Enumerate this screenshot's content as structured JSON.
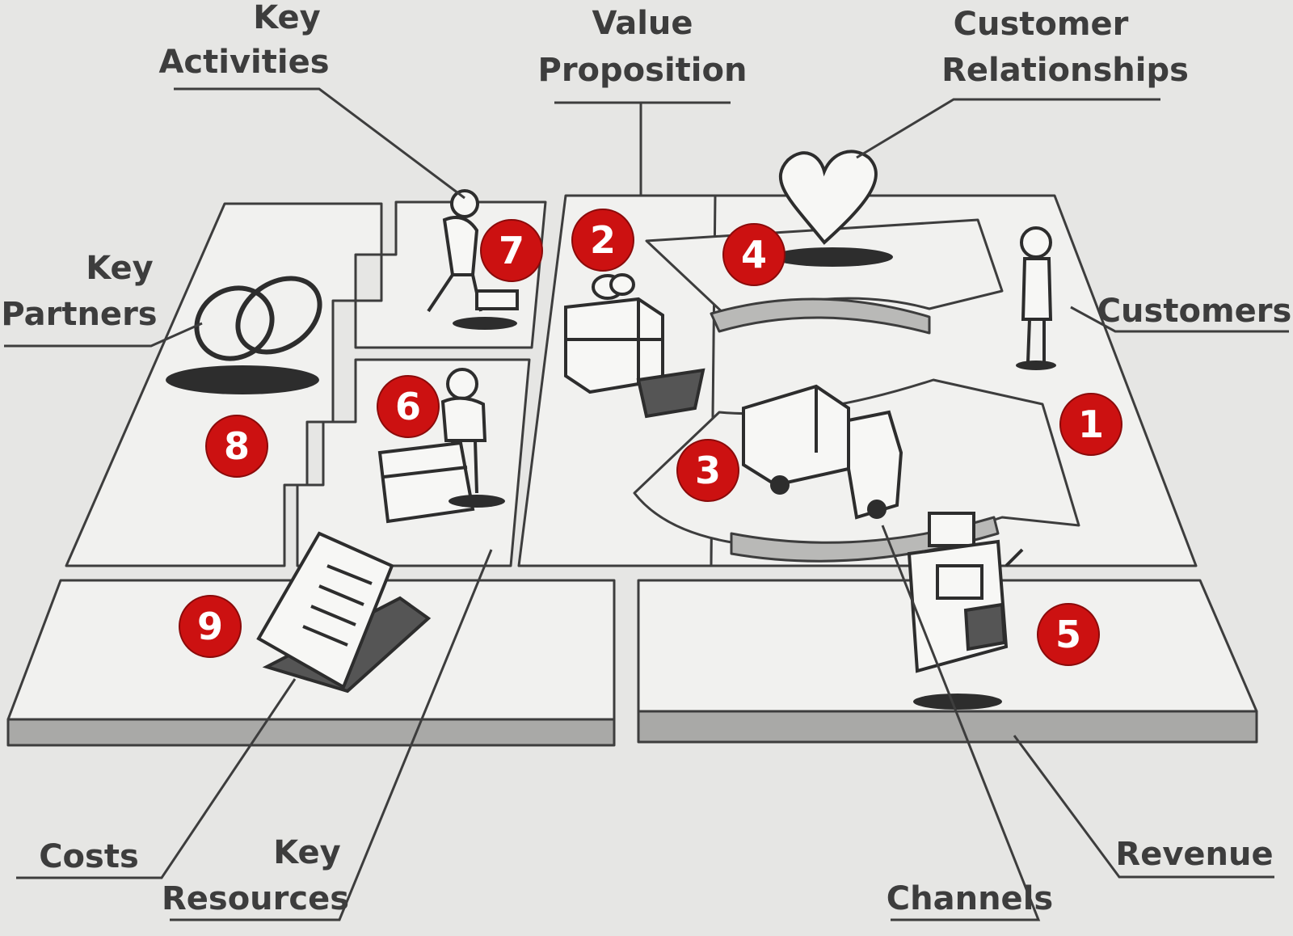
{
  "labels": {
    "key_activities": [
      "Key",
      "Activities"
    ],
    "value_proposition": [
      "Value",
      "Proposition"
    ],
    "customer_relationships": [
      "Customer",
      "Relationships"
    ],
    "key_partners": [
      "Key",
      "Partners"
    ],
    "customers": "Customers",
    "costs": "Costs",
    "key_resources": [
      "Key",
      "Resources"
    ],
    "channels": "Channels",
    "revenue": "Revenue"
  },
  "badges": {
    "customers": "1",
    "value_proposition": "2",
    "channels": "3",
    "customer_relationships": "4",
    "revenue": "5",
    "key_resources": "6",
    "key_activities": "7",
    "key_partners": "8",
    "costs": "9"
  },
  "icons": {
    "key_partners": "linked-rings-icon",
    "key_activities": "worker-icon",
    "key_resources": "person-with-box-icon",
    "value_proposition": "gift-icon",
    "customer_relationships": "heart-icon",
    "channels": "truck-icon",
    "customers": "person-icon",
    "revenue": "cash-register-icon",
    "costs": "invoice-icon"
  },
  "colors": {
    "badge": "#cc1111",
    "badge_text": "#ffffff",
    "ink": "#3d3d3d",
    "background": "#e6e6e4",
    "board": "#f1f1ef"
  }
}
